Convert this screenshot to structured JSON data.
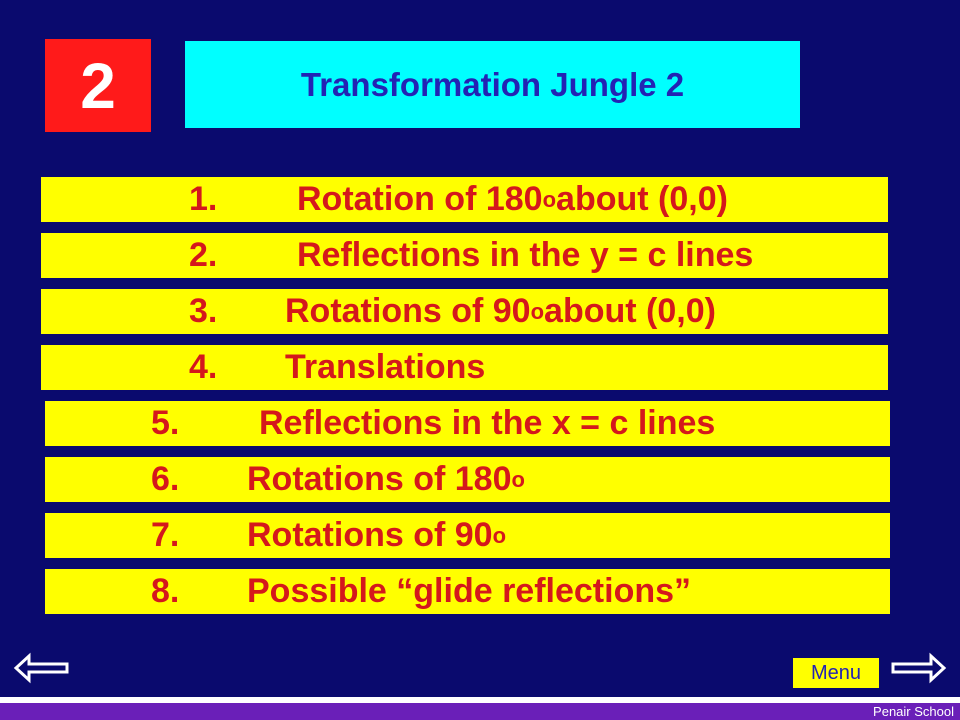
{
  "header": {
    "slide_number": "2",
    "title": "Transformation Jungle 2"
  },
  "items": [
    {
      "num": "1.",
      "text": "Rotation of 180",
      "sup": "o",
      "tail": " about (0,0)"
    },
    {
      "num": "2.",
      "text": "Reflections in the y = c lines",
      "sup": "",
      "tail": ""
    },
    {
      "num": "3.",
      "text": "Rotations of 90",
      "sup": "o",
      "tail": " about (0,0)"
    },
    {
      "num": "4.",
      "text": "Translations",
      "sup": "",
      "tail": ""
    },
    {
      "num": "5.",
      "text": "Reflections in the x = c lines",
      "sup": "",
      "tail": ""
    },
    {
      "num": "6.",
      "text": "Rotations of 180",
      "sup": "o",
      "tail": ""
    },
    {
      "num": "7.",
      "text": "Rotations of 90",
      "sup": "o",
      "tail": ""
    },
    {
      "num": "8.",
      "text": "Possible “glide reflections”",
      "sup": "",
      "tail": ""
    }
  ],
  "navigation": {
    "back_icon": "left-arrow-icon",
    "forward_icon": "right-arrow-icon",
    "menu_label": "Menu"
  },
  "footer": {
    "text": "Penair School"
  },
  "colors": {
    "background": "#0a0a6e",
    "number_box": "#ff1a1a",
    "title_box": "#00ffff",
    "title_text": "#2323b4",
    "item_box": "#ffff00",
    "item_text": "#d4181c",
    "bottom_strip": "#6a1fb8"
  }
}
